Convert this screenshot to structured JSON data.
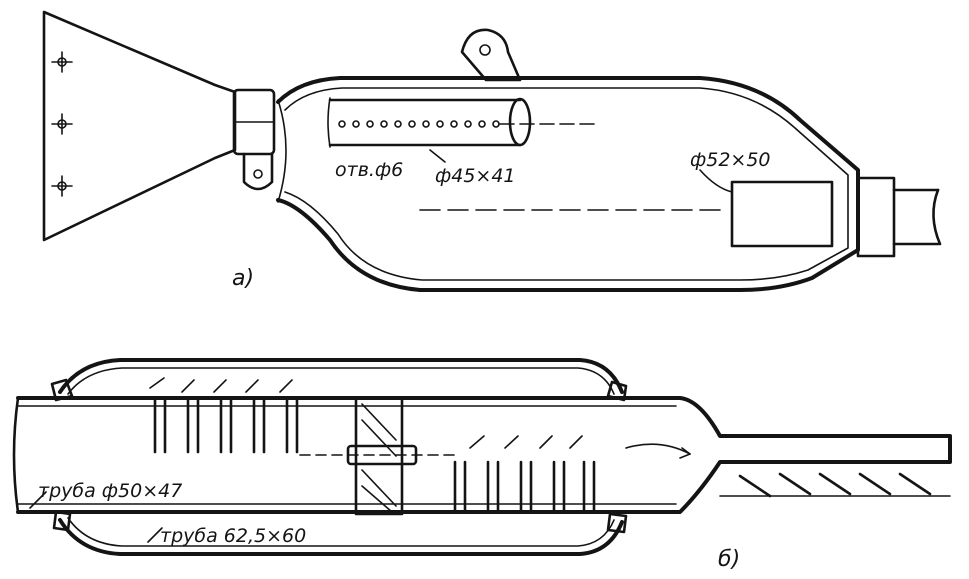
{
  "figure_a": {
    "panel_label": "а)",
    "holes_label": "отв.ф6",
    "inner_tube_label": "ф45×41",
    "outlet_label": "ф52×50"
  },
  "figure_b": {
    "panel_label": "б)",
    "inner_pipe_label": "труба ф50×47",
    "outer_pipe_label": "труба 62,5×60"
  },
  "colors": {
    "ink": "#141414",
    "paper": "#ffffff"
  }
}
